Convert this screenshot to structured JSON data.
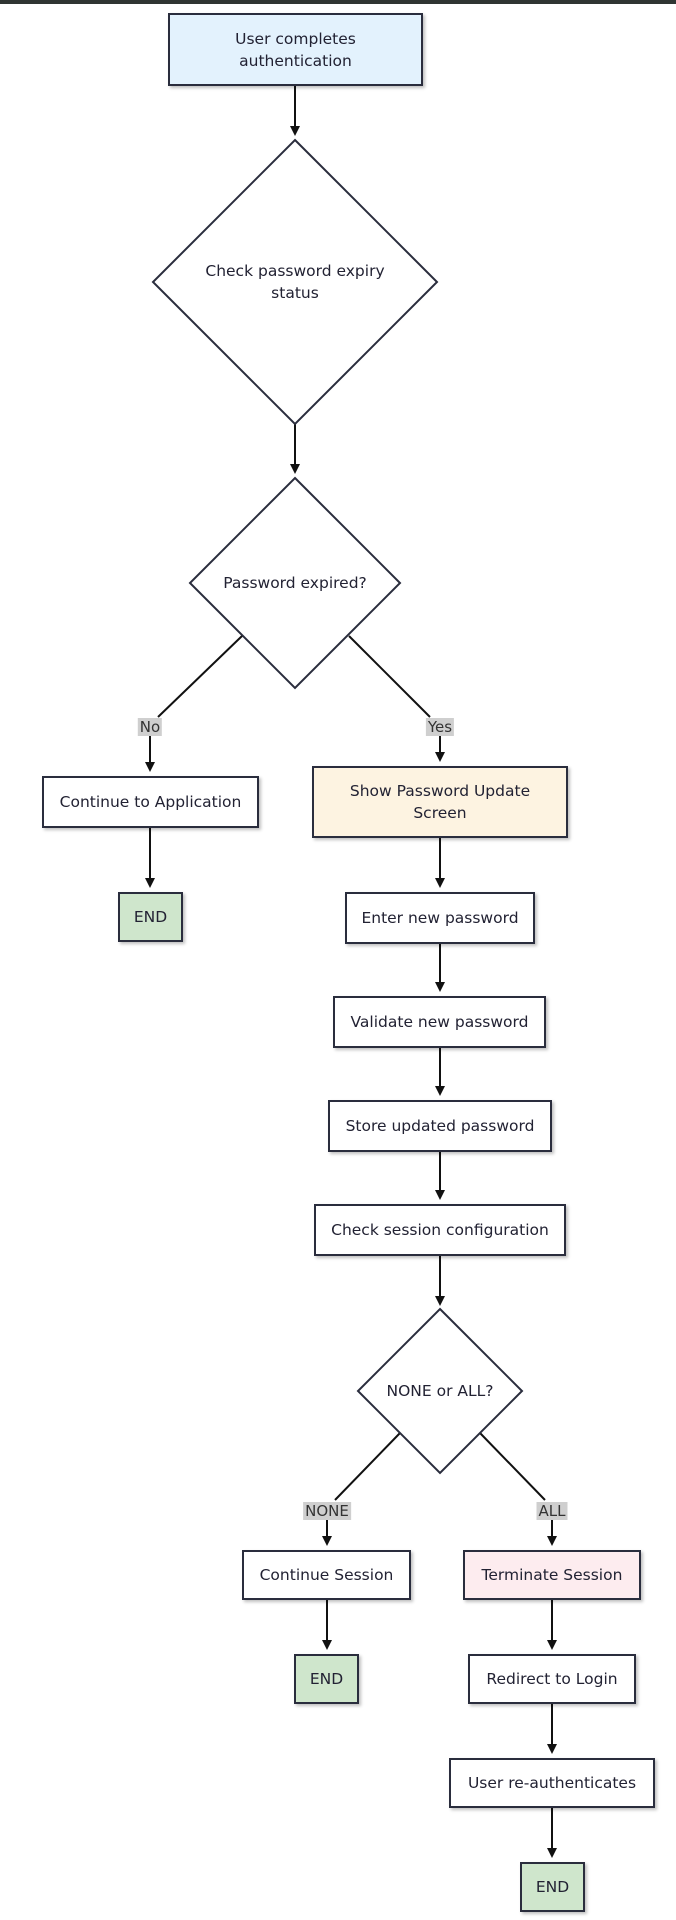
{
  "colors": {
    "stroke": "#2a2d3d",
    "start_fill": "#e3f2fd",
    "update_fill": "#fdf3e1",
    "terminate_fill": "#fdecef",
    "end_fill": "#cfe6cc",
    "default_fill": "#ffffff",
    "label_bg": "#cfcfcf"
  },
  "nodes": {
    "start": "User completes authentication",
    "check_expiry": "Check password expiry status",
    "password_expired": "Password expired?",
    "continue_app": "Continue to Application",
    "end_1": "END",
    "show_update": "Show Password Update Screen",
    "enter_password": "Enter new password",
    "validate_password": "Validate new password",
    "store_password": "Store updated password",
    "check_session": "Check session configuration",
    "none_or_all": "NONE or ALL?",
    "continue_session": "Continue Session",
    "end_2": "END",
    "terminate_session": "Terminate Session",
    "redirect_login": "Redirect to Login",
    "reauthenticate": "User re-authenticates",
    "end_3": "END"
  },
  "edge_labels": {
    "no": "No",
    "yes": "Yes",
    "none": "NONE",
    "all": "ALL"
  }
}
